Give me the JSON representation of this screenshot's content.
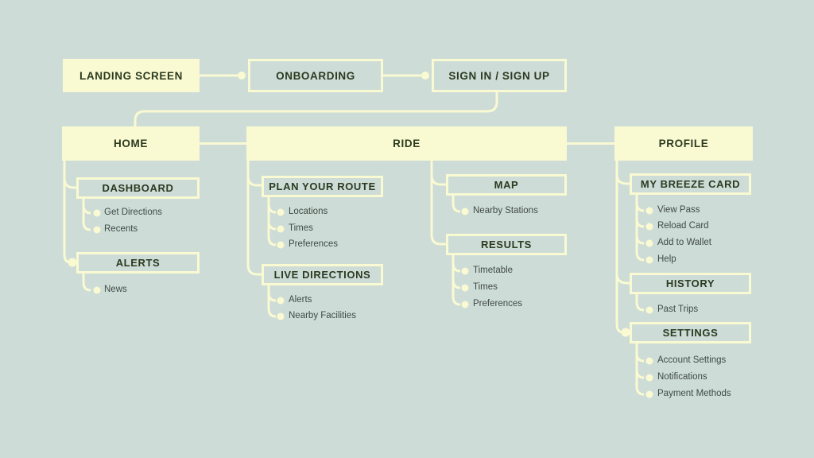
{
  "colors": {
    "background": "#cddcd7",
    "node_fill": "#fafad2",
    "heading_text": "#2c3a20",
    "leaf_text": "#414a44"
  },
  "entry_flow": {
    "landing": {
      "label": "LANDING SCREEN"
    },
    "onboarding": {
      "label": "ONBOARDING"
    },
    "sign_in": {
      "label": "SIGN IN / SIGN UP"
    }
  },
  "sections": {
    "home": {
      "label": "HOME",
      "groups": {
        "dashboard": {
          "label": "DASHBOARD",
          "items": [
            "Get Directions",
            "Recents"
          ]
        },
        "alerts": {
          "label": "ALERTS",
          "items": [
            "News"
          ]
        }
      }
    },
    "ride": {
      "label": "RIDE",
      "groups": {
        "plan_your_route": {
          "label": "PLAN YOUR ROUTE",
          "items": [
            "Locations",
            "Times",
            "Preferences"
          ]
        },
        "live_directions": {
          "label": "LIVE DIRECTIONS",
          "items": [
            "Alerts",
            "Nearby Facilities"
          ]
        },
        "map": {
          "label": "MAP",
          "items": [
            "Nearby Stations"
          ]
        },
        "results": {
          "label": "RESULTS",
          "items": [
            "Timetable",
            "Times",
            "Preferences"
          ]
        }
      }
    },
    "profile": {
      "label": "PROFILE",
      "groups": {
        "my_breeze_card": {
          "label": "MY BREEZE CARD",
          "items": [
            "View Pass",
            "Reload Card",
            "Add to Wallet",
            "Help"
          ]
        },
        "history": {
          "label": "HISTORY",
          "items": [
            "Past Trips"
          ]
        },
        "settings": {
          "label": "SETTINGS",
          "items": [
            "Account Settings",
            "Notifications",
            "Payment Methods"
          ]
        }
      }
    }
  }
}
